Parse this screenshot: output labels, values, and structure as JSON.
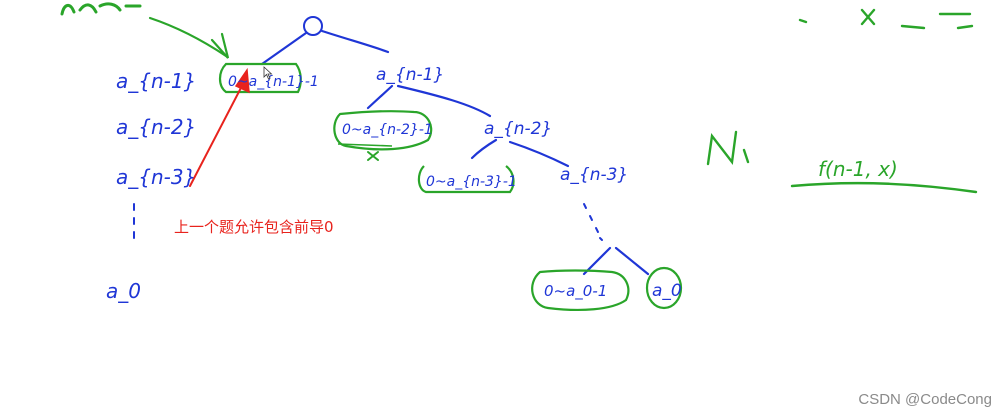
{
  "colors": {
    "blue_ink": "#1f36d6",
    "green_ink": "#2aa52a",
    "red_ink": "#e8231d",
    "watermark_gray": "#8a8a8a"
  },
  "left_column": {
    "labels": [
      "a_{n-1}",
      "a_{n-2}",
      "a_{n-3}",
      "⋮",
      "a_0"
    ]
  },
  "tree": {
    "root_node": "○",
    "levels": [
      {
        "left_leaf": "0~a_{n-1}-1",
        "right_node": "a_{n-1}"
      },
      {
        "left_leaf": "0~a_{n-2}-1",
        "right_node": "a_{n-2}"
      },
      {
        "left_leaf": "0~a_{n-3}-1",
        "right_node": "a_{n-3}"
      },
      {
        "left_leaf": "0~a_0-1",
        "right_node": "a_0"
      }
    ],
    "ellipsis": "⋱"
  },
  "right_note": {
    "n_label": "N\\",
    "function_label": "f(n-1, x)"
  },
  "annotation": {
    "text": "上一个题允许包含前导0"
  },
  "watermark": {
    "text": "CSDN @CodeCong"
  }
}
